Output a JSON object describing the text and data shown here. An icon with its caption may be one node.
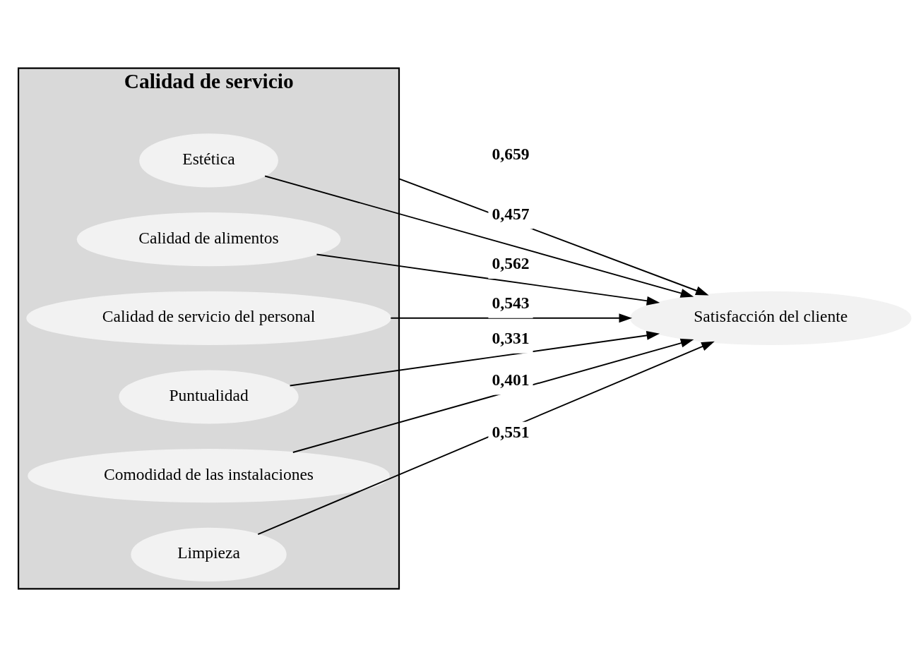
{
  "diagram": {
    "nodes": [
      {
        "text": [
          "Calidad de servicio"
        ]
      },
      {
        "text": [
          "Estética"
        ],
        "in": 0
      },
      {
        "text": [
          "Calidad de alimentos"
        ],
        "in": 0
      },
      {
        "text": [
          "Calidad de servicio del personal"
        ],
        "in": 0
      },
      {
        "text": [
          "Puntualidad"
        ],
        "in": 0
      },
      {
        "text": [
          "Comodidad de las instalaciones"
        ],
        "in": 0
      },
      {
        "text": [
          "Limpieza"
        ],
        "in": 0
      },
      {
        "text": [
          "Satisfacción del cliente"
        ]
      }
    ],
    "edges": [
      {
        "from": 0,
        "to": 7,
        "arrow": "to",
        "label": "0,659"
      },
      {
        "from": 1,
        "to": 7,
        "arrow": "to",
        "label": "0,457"
      },
      {
        "from": 2,
        "to": 7,
        "arrow": "to",
        "label": "0,562"
      },
      {
        "from": 3,
        "to": 7,
        "arrow": "to",
        "label": "0,543"
      },
      {
        "from": 4,
        "to": 7,
        "arrow": "to",
        "label": "0,331"
      },
      {
        "from": 5,
        "to": 7,
        "arrow": "to",
        "label": "0,401"
      },
      {
        "from": 6,
        "to": 7,
        "arrow": "to",
        "label": "0,551"
      }
    ]
  }
}
